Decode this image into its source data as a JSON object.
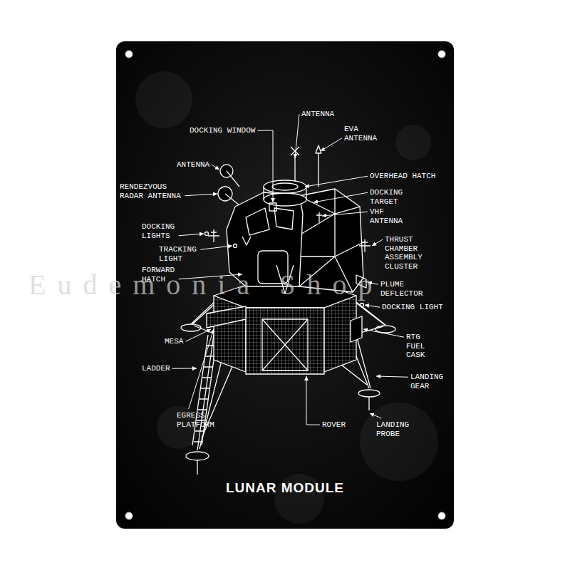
{
  "diagram": {
    "title": "LUNAR MODULE",
    "labels": [
      "ANTENNA",
      "DOCKING WINDOW",
      "EVA ANTENNA",
      "ANTENNA",
      "RENDEZVOUS RADAR ANTENNA",
      "OVERHEAD HATCH",
      "DOCKING TARGET",
      "VHF ANTENNA",
      "DOCKING LIGHTS",
      "THRUST CHAMBER ASSEMBLY CLUSTER",
      "TRACKING LIGHT",
      "FORWARD HATCH",
      "PLUME DEFLECTOR",
      "DOCKING LIGHT",
      "RTG FUEL CASK",
      "MESA",
      "LADDER",
      "LANDING GEAR",
      "EGRESS PLATFORM",
      "ROVER",
      "LANDING PROBE",
      "Eudemonia Shop"
    ]
  }
}
